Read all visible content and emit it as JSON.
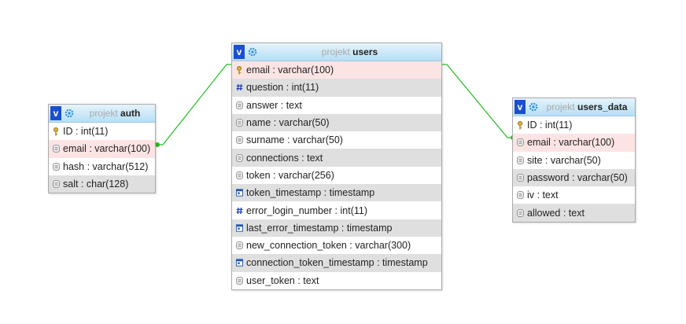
{
  "tables": {
    "auth": {
      "db": "projekt",
      "name": "auth",
      "columns": [
        {
          "text": "ID : int(11)",
          "icon": "key-icon",
          "style": "odd"
        },
        {
          "text": "email : varchar(100)",
          "icon": "column-icon",
          "style": "key"
        },
        {
          "text": "hash : varchar(512)",
          "icon": "column-icon",
          "style": "odd"
        },
        {
          "text": "salt : char(128)",
          "icon": "column-icon",
          "style": "even"
        }
      ]
    },
    "users": {
      "db": "projekt",
      "name": "users",
      "columns": [
        {
          "text": "email : varchar(100)",
          "icon": "key-icon",
          "style": "key"
        },
        {
          "text": "question : int(11)",
          "icon": "number-icon",
          "style": "even"
        },
        {
          "text": "answer : text",
          "icon": "column-icon",
          "style": "odd"
        },
        {
          "text": "name : varchar(50)",
          "icon": "column-icon",
          "style": "even"
        },
        {
          "text": "surname : varchar(50)",
          "icon": "column-icon",
          "style": "odd"
        },
        {
          "text": "connections : text",
          "icon": "column-icon",
          "style": "even"
        },
        {
          "text": "token : varchar(256)",
          "icon": "column-icon",
          "style": "odd"
        },
        {
          "text": "token_timestamp : timestamp",
          "icon": "timestamp-icon",
          "style": "even"
        },
        {
          "text": "error_login_number : int(11)",
          "icon": "number-icon",
          "style": "odd"
        },
        {
          "text": "last_error_timestamp : timestamp",
          "icon": "timestamp-icon",
          "style": "even"
        },
        {
          "text": "new_connection_token : varchar(300)",
          "icon": "column-icon",
          "style": "odd"
        },
        {
          "text": "connection_token_timestamp : timestamp",
          "icon": "timestamp-icon",
          "style": "even"
        },
        {
          "text": "user_token : text",
          "icon": "column-icon",
          "style": "odd"
        }
      ]
    },
    "users_data": {
      "db": "projekt",
      "name": "users_data",
      "columns": [
        {
          "text": "ID : int(11)",
          "icon": "key-icon",
          "style": "odd"
        },
        {
          "text": "email : varchar(100)",
          "icon": "column-icon",
          "style": "key"
        },
        {
          "text": "site : varchar(50)",
          "icon": "column-icon",
          "style": "odd"
        },
        {
          "text": "password : varchar(50)",
          "icon": "column-icon",
          "style": "even"
        },
        {
          "text": "iv : text",
          "icon": "column-icon",
          "style": "odd"
        },
        {
          "text": "allowed : text",
          "icon": "column-icon",
          "style": "even"
        }
      ]
    }
  },
  "toggle_label": "v",
  "relations": [
    {
      "from": "auth.email",
      "to": "users.email"
    },
    {
      "from": "users.email",
      "to": "users_data.email"
    }
  ],
  "colors": {
    "relation_line": "#22bb22",
    "key_row": "#fde4e4",
    "header_top": "#e6f3fb",
    "header_bottom": "#b7dff5"
  }
}
